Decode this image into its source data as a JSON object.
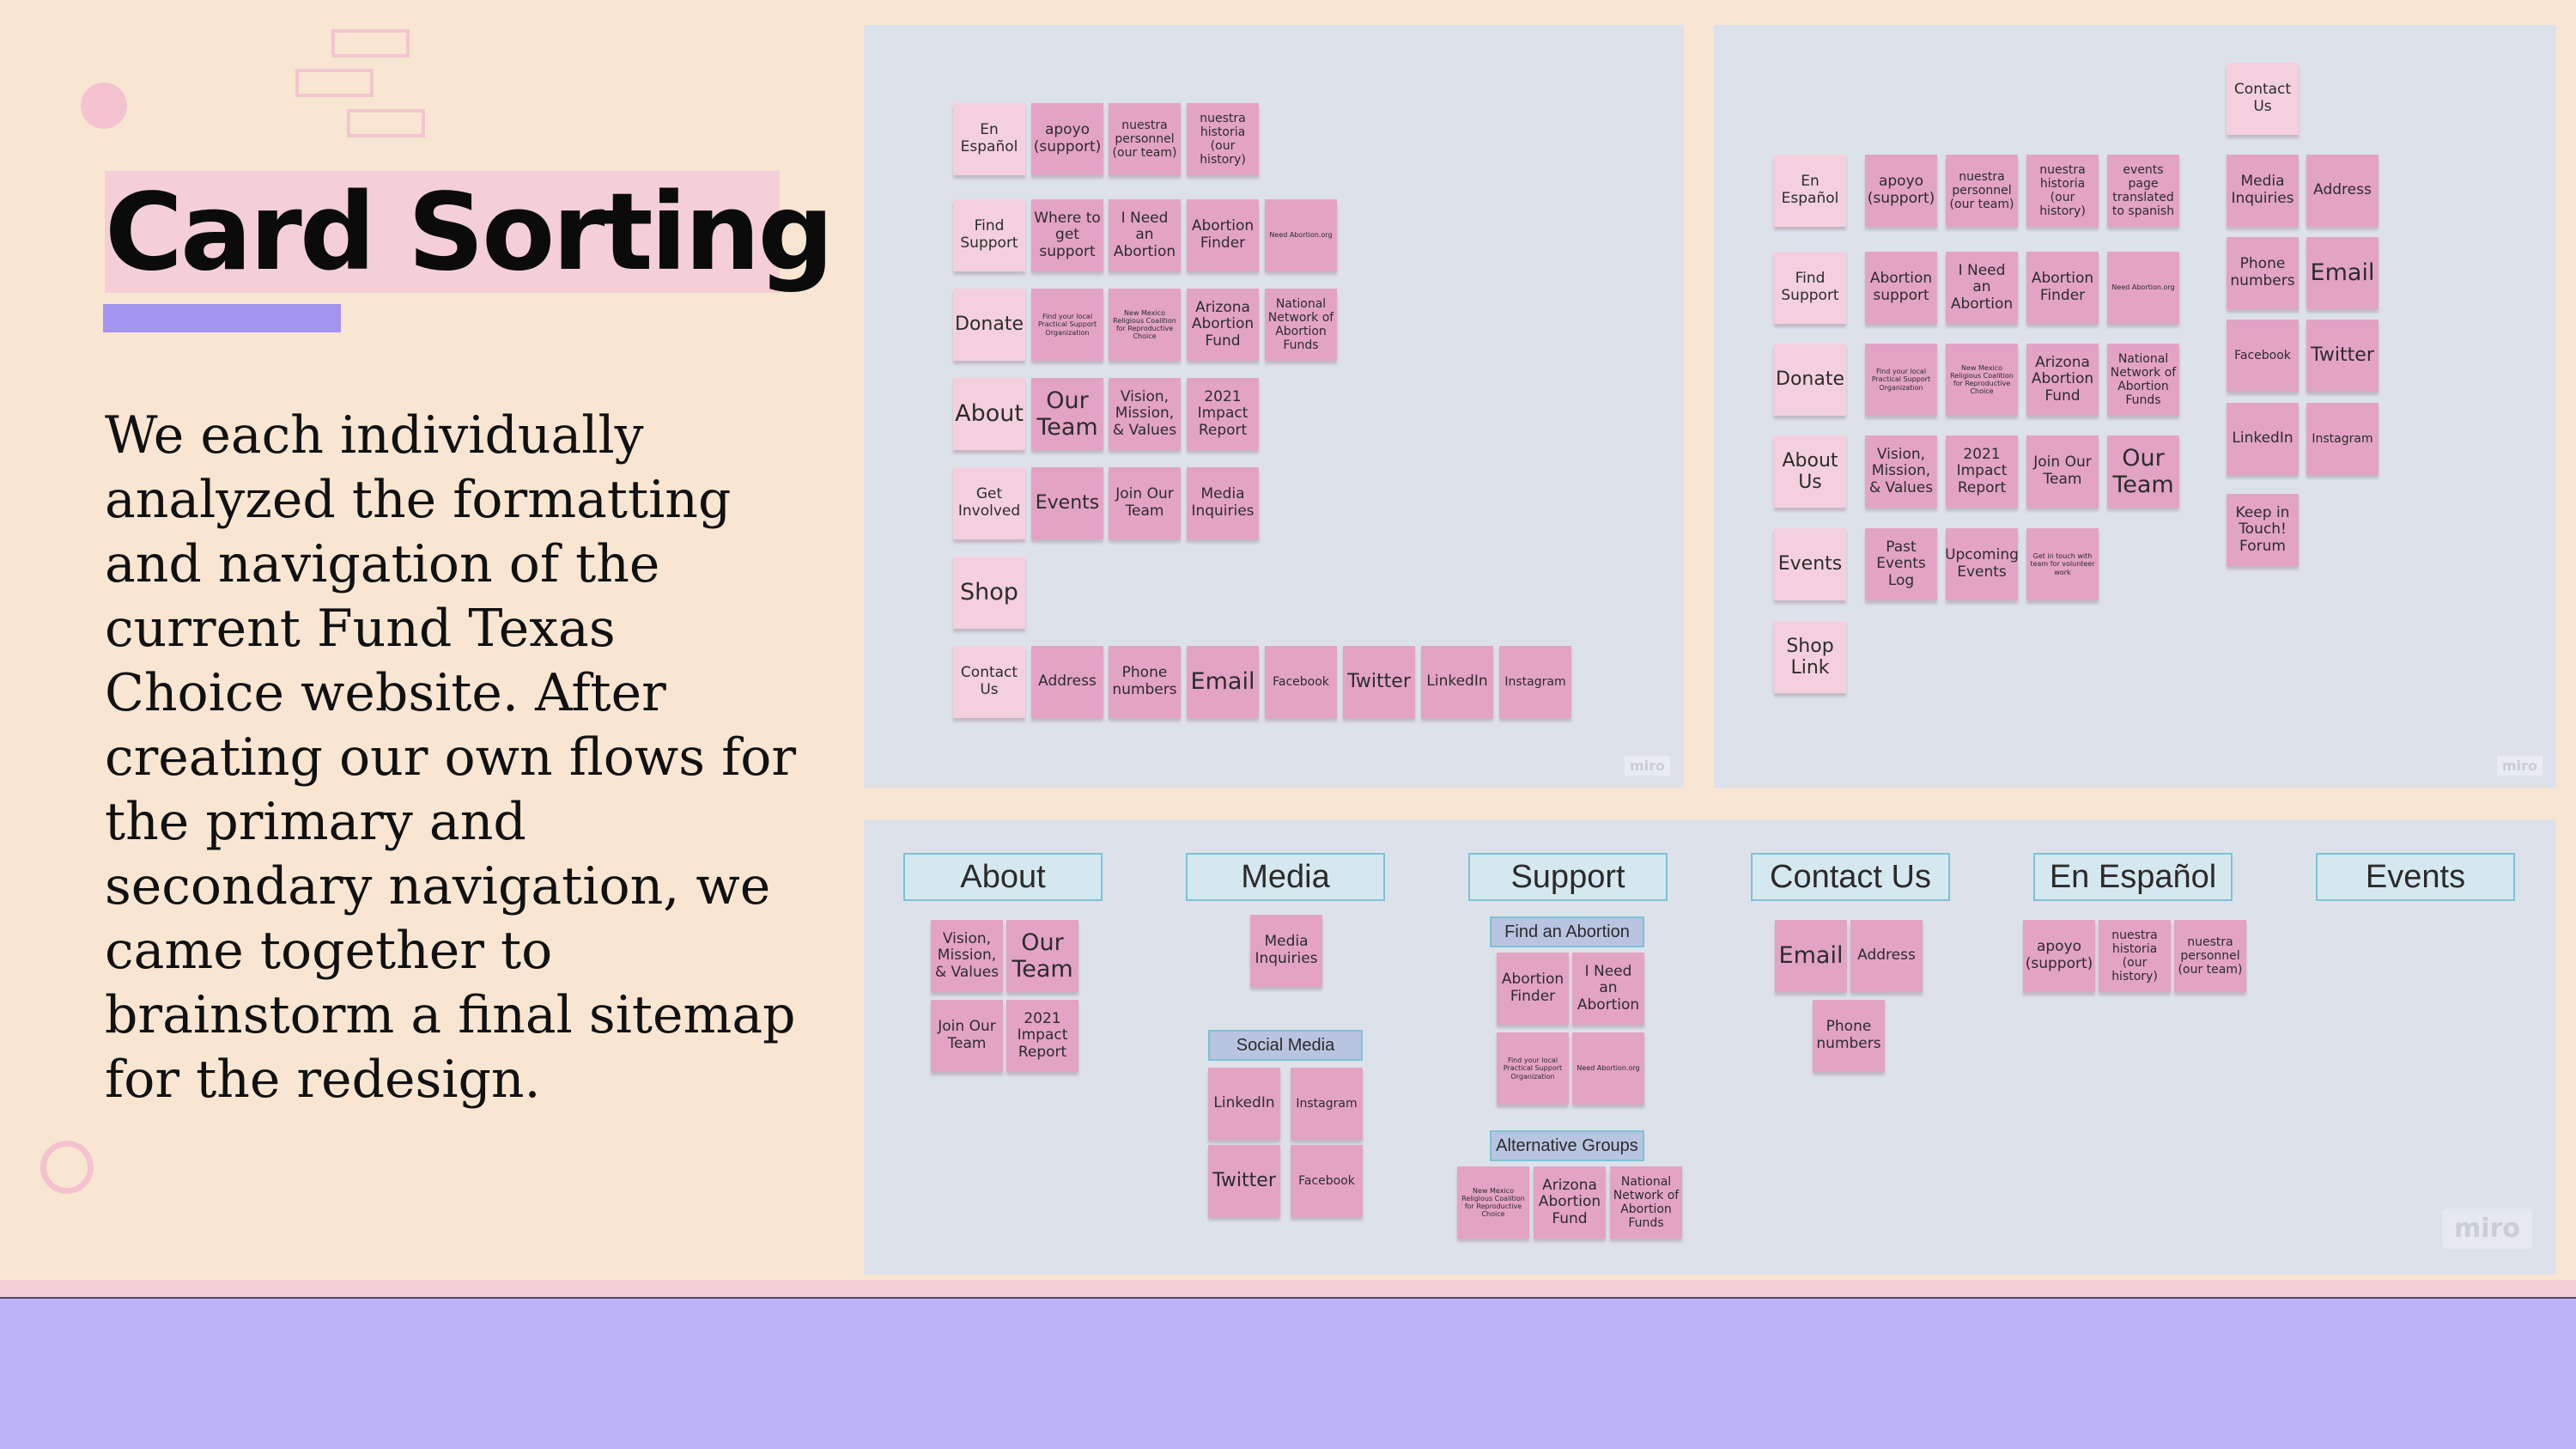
{
  "title": "Card Sorting",
  "description": "We each individually analyzed the formatting and navigation of the current Fund Texas Choice website. After creating our own flows for the primary and secondary navigation, we came together to brainstorm a final sitemap for the redesign.",
  "colors": {
    "background": "#f8e6d2",
    "title_highlight": "#f4cfd8",
    "underline": "#a394f0",
    "board": "#dde2ea",
    "sticky_note": "#e3a3c5",
    "sticky_note_light": "#f4d0df",
    "category_border": "#7cc2d8",
    "bottom_band": "#bbb2f8"
  },
  "boards": {
    "board_a": {
      "watermark": "miro",
      "notes": [
        "En Español",
        "apoyo (support)",
        "nuestra personnel (our team)",
        "nuestra historia (our history)",
        "Find Support",
        "Where to get support",
        "I Need an Abortion",
        "Abortion Finder",
        "Need Abortion.org",
        "Donate",
        "Find your local Practical Support Organization",
        "New Mexico Religious Coalition for Reproductive Choice",
        "Arizona Abortion Fund",
        "National Network of Abortion Funds",
        "About",
        "Our Team",
        "Vision, Mission, & Values",
        "2021 Impact Report",
        "Get Involved",
        "Events",
        "Join Our Team",
        "Media Inquiries",
        "Shop",
        "Contact Us",
        "Address",
        "Phone numbers",
        "Email",
        "Facebook",
        "Twitter",
        "LinkedIn",
        "Instagram"
      ]
    },
    "board_b": {
      "watermark": "miro",
      "notes": [
        "En Español",
        "apoyo (support)",
        "nuestra personnel (our team)",
        "nuestra historia (our history)",
        "events page translated to spanish",
        "Find Support",
        "Abortion support",
        "I Need an Abortion",
        "Abortion Finder",
        "Need Abortion.org",
        "Donate",
        "Find your local Practical Support Organization",
        "New Mexico Religious Coalition for Reproductive Choice",
        "Arizona Abortion Fund",
        "National Network of Abortion Funds",
        "About Us",
        "Vision, Mission, & Values",
        "2021 Impact Report",
        "Join Our Team",
        "Our Team",
        "Events",
        "Past Events Log",
        "Upcoming Events",
        "Get in touch with team for volunteer work",
        "Shop Link",
        "Contact Us",
        "Media Inquiries",
        "Address",
        "Phone numbers",
        "Email",
        "Facebook",
        "Twitter",
        "LinkedIn",
        "Instagram",
        "Keep in Touch! Forum"
      ]
    },
    "board_c": {
      "watermark": "miro",
      "categories": [
        "About",
        "Media",
        "Support",
        "Contact Us",
        "En Español",
        "Events"
      ],
      "subcategories": [
        "Find an Abortion",
        "Social Media",
        "Alternative Groups"
      ],
      "notes": [
        "Vision, Mission, & Values",
        "Our Team",
        "Join Our Team",
        "2021 Impact Report",
        "Media Inquiries",
        "LinkedIn",
        "Instagram",
        "Twitter",
        "Facebook",
        "Abortion Finder",
        "I Need an Abortion",
        "Find your local Practical Support Organization",
        "Need Abortion.org",
        "New Mexico Religious Coalition for Reproductive Choice",
        "Arizona Abortion Fund",
        "National Network of Abortion Funds",
        "Email",
        "Address",
        "Phone numbers",
        "apoyo (support)",
        "nuestra historia (our history)",
        "nuestra personnel (our team)"
      ]
    }
  }
}
